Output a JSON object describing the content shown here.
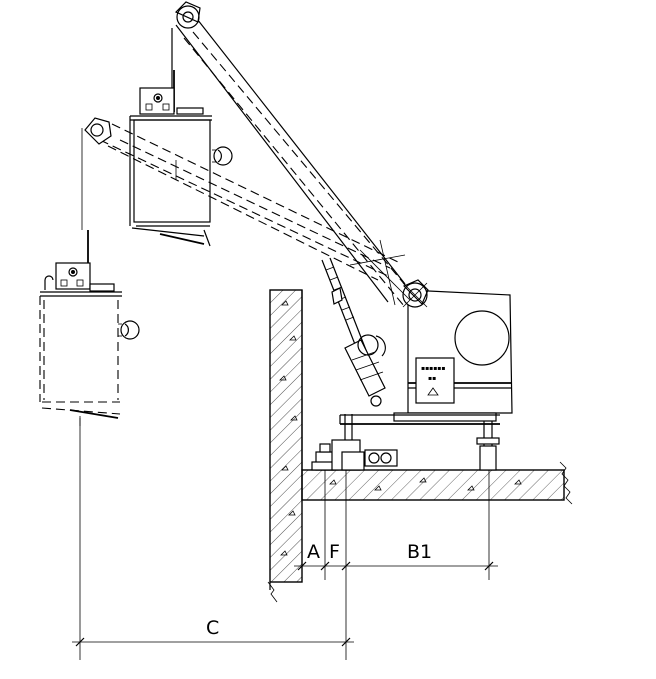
{
  "diagram": {
    "dimension_labels": {
      "a": "A",
      "f": "F",
      "b1": "B1",
      "c": "C"
    }
  }
}
